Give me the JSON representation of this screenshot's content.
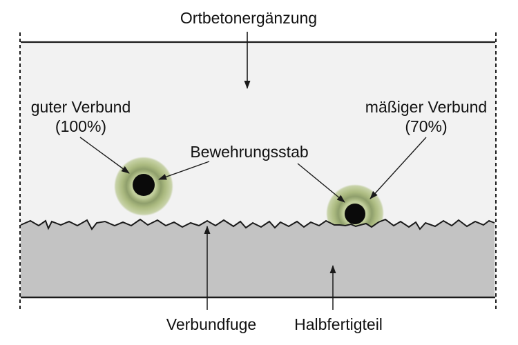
{
  "diagram": {
    "title_top": "Ortbetonergänzung",
    "labels": {
      "good_bond_line1": "guter Verbund",
      "good_bond_line2": "(100%)",
      "rebar": "Bewehrungsstab",
      "moderate_bond_line1": "mäßiger Verbund",
      "moderate_bond_line2": "(70%)",
      "joint": "Verbundfuge",
      "precast": "Halbfertigteil"
    },
    "colors": {
      "background": "#ffffff",
      "topping_fill": "#f2f2f2",
      "precast_fill": "#c3c3c3",
      "outline": "#1a1a1a",
      "rebar_fill": "#0a0a0a",
      "bond_halo_light": "#c6d1a3",
      "bond_halo_dark_ring": "#8f9f6c",
      "bond_halo_outer": "#b7c490"
    }
  }
}
